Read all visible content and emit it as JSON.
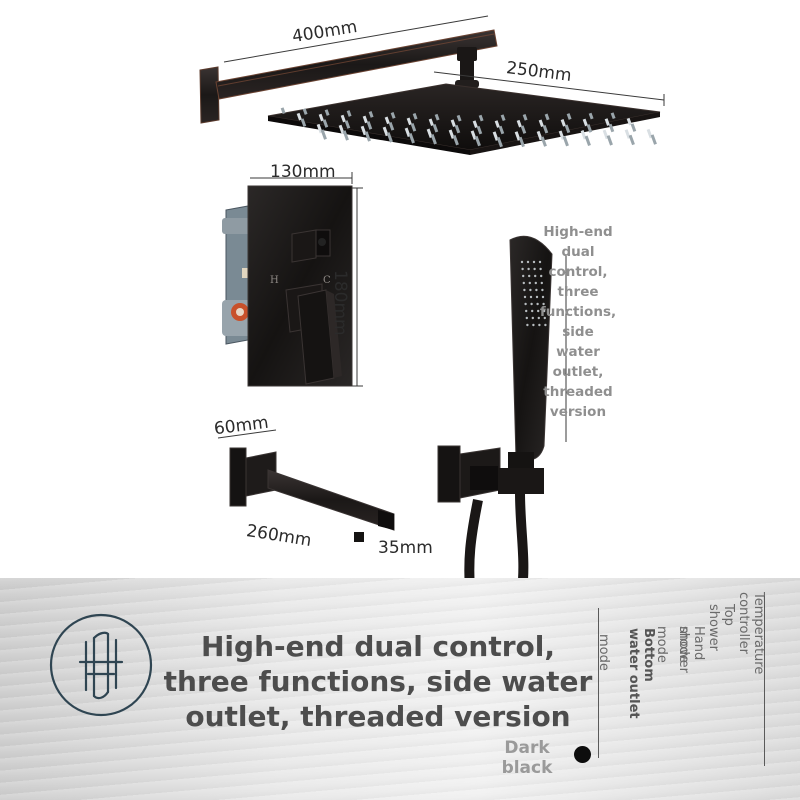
{
  "dimensions": {
    "arm_length": "400mm",
    "head_size": "250mm",
    "valve_width": "130mm",
    "valve_height": "180mm",
    "spout_flange": "60mm",
    "spout_length": "260mm",
    "spout_outlet": "35mm"
  },
  "overlay_caption": [
    "High-end",
    "dual",
    "control,",
    "three",
    "functions,",
    "side",
    "water",
    "outlet,",
    "threaded",
    "version"
  ],
  "banner": {
    "title_lines": [
      "High-end dual control,",
      "three functions, side water",
      "outlet, threaded version"
    ],
    "variant_label": "Dark black",
    "modes": [
      {
        "lines": [
          "Temperature",
          "controller"
        ]
      },
      {
        "lines": [
          "Top",
          "shower"
        ]
      },
      {
        "lines": [
          "Hand",
          "shower"
        ]
      },
      {
        "lines": [
          "mode"
        ]
      },
      {
        "lines": [
          "Bottom",
          "water outlet"
        ]
      },
      {
        "lines": [
          "mode"
        ]
      },
      {
        "lines": [
          "mode"
        ]
      }
    ]
  },
  "colors": {
    "product_finish": "#1c1a19",
    "banner_title": "#4d4d4d",
    "overlay_text": "#8f8f8f",
    "logo_stroke": "#2f4552"
  },
  "icons": {
    "logo": "monogram-logo-icon",
    "variant_swatch": "black-dot-icon"
  }
}
